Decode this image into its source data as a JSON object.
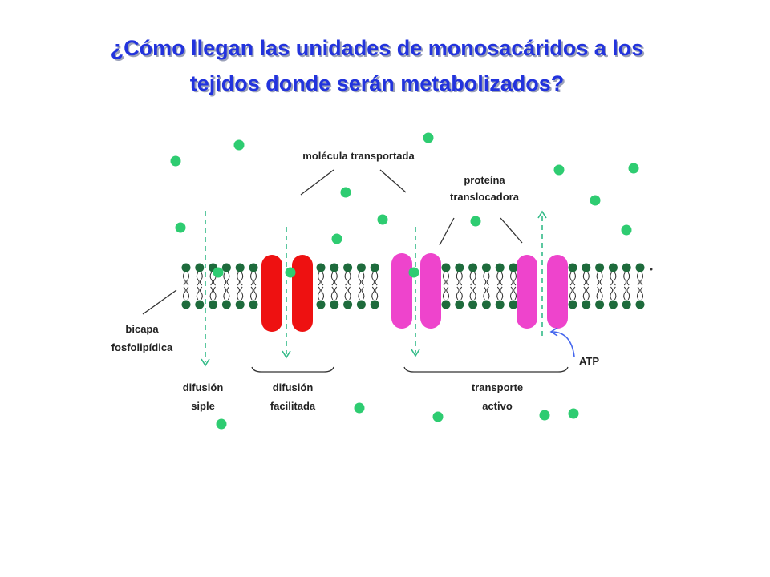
{
  "title": {
    "line1": "¿Cómo llegan las unidades de monosacáridos a los",
    "line2": "tejidos donde serán metabolizados?"
  },
  "labels": {
    "molecule": "molécula transportada",
    "protein_line1": "proteína",
    "protein_line2": "translocadora",
    "bilayer_line1": "bicapa",
    "bilayer_line2": "fosfolipídica",
    "simple_line1": "difusión",
    "simple_line2": "siple",
    "facilitated_line1": "difusión",
    "facilitated_line2": "facilitada",
    "active_line1": "transporte",
    "active_line2": "activo",
    "atp": "ATP"
  },
  "colors": {
    "title": "#2233dd",
    "lipid": "#1e6b3c",
    "molecule": "#2ecc71",
    "facilitated_protein": "#ee1111",
    "active_protein": "#ee44cc",
    "arrow": "#33bb88",
    "atp_arrow": "#4466ee"
  }
}
